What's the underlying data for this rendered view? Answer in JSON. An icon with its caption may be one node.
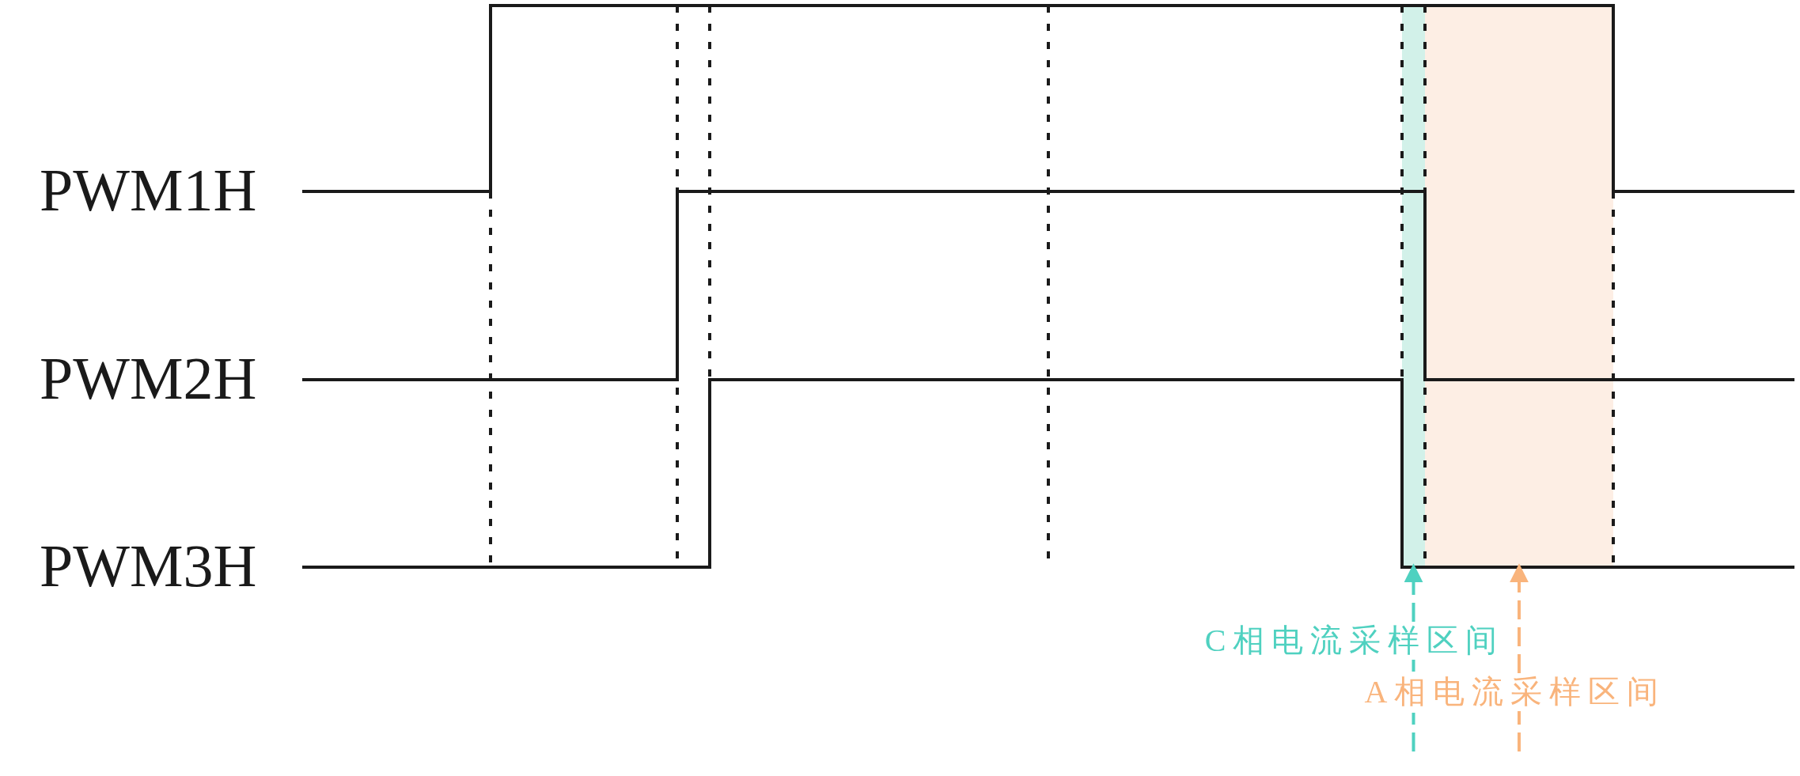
{
  "diagram": {
    "nodes": [
      {
        "text": [
          "C相电流采样区间"
        ]
      },
      {
        "text": [
          "A相电流采样区间"
        ]
      },
      {
        "text": [],
        "shape": "box"
      },
      {
        "text": [],
        "shape": "box"
      }
    ],
    "edges": [
      {
        "from": 0,
        "to": 2,
        "arrow": "to",
        "style": "dashed",
        "color": "#4fd1c0"
      },
      {
        "from": 1,
        "to": 3,
        "arrow": "to",
        "style": "dashed",
        "color": "#f9b47c"
      }
    ],
    "labels": [
      "PWM1H",
      "PWM2H",
      "PWM3H"
    ]
  }
}
